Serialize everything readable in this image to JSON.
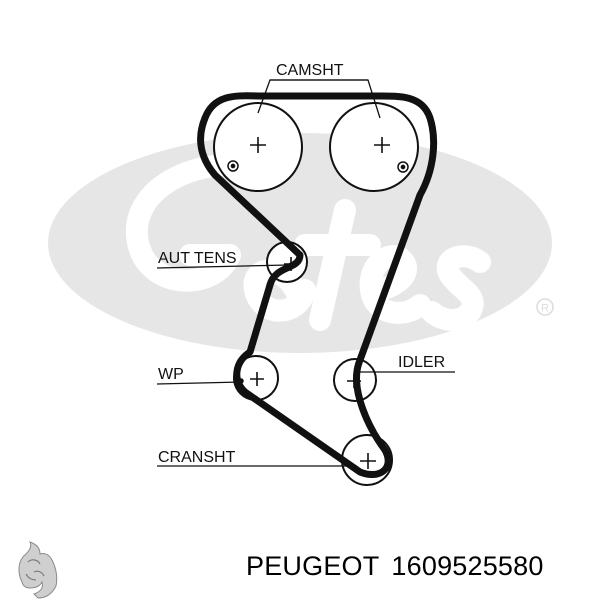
{
  "diagram": {
    "labels": {
      "camshaft": "CAMSHT",
      "auto_tensioner": "AUT TENS",
      "water_pump": "WP",
      "idler": "IDLER",
      "crankshaft": "CRANSHT"
    }
  },
  "watermark": {
    "brand": "Gates",
    "registered_mark": "®",
    "color": "#e6e6e6"
  },
  "footer": {
    "brand": "PEUGEOT",
    "part_number": "1609525580",
    "logo": "peugeot-lion-logo"
  },
  "colors": {
    "belt": "#111111",
    "pulley_outline": "#111111",
    "text": "#111111"
  }
}
